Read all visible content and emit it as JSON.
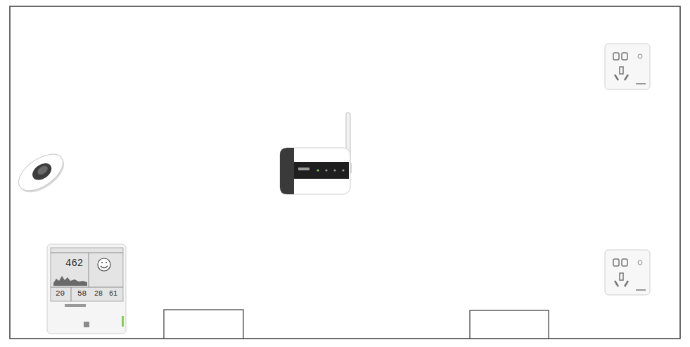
{
  "diagram": {
    "labels": [
      "462",
      "20",
      "58",
      "28",
      "61"
    ]
  }
}
